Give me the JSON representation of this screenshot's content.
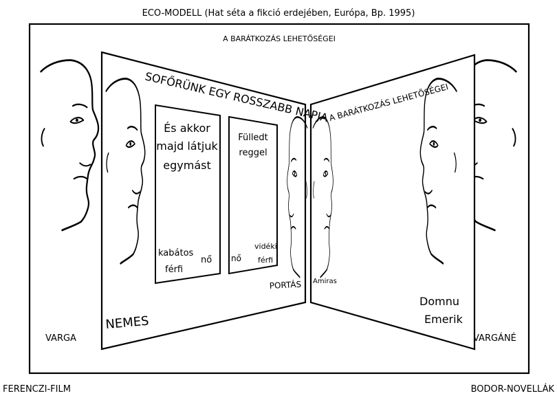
{
  "title": "ECO-MODELL (Hat séta a fikció erdejében, Európa, Bp. 1995)",
  "outer_frame": {
    "top_label": "A BARÁTKOZÁS LEHETŐSÉGEI",
    "left_name": "VARGA",
    "right_name": "VARGÁNÉ"
  },
  "left_panel": {
    "title": "SOFŐRÜNK EGY ROSSZABB NAPJA",
    "corner_label": "NEMES",
    "side_label": "PORTÁS",
    "inner_box_1": {
      "lines": [
        "És akkor",
        "majd látjuk",
        "egymást"
      ],
      "label_left_lines": [
        "kabátos",
        "férfi"
      ],
      "label_right": "nő"
    },
    "inner_box_2": {
      "lines": [
        "Fülledt",
        "reggel"
      ],
      "label_left": "nő",
      "label_right_lines": [
        "vidéki",
        "férfi"
      ]
    }
  },
  "right_panel": {
    "title": "A BARÁTKOZÁS LEHETŐSÉGEI",
    "side_label": "Amiras",
    "corner_label_lines": [
      "Domnu",
      "Emerik"
    ]
  },
  "footer": {
    "left": "FERENCZI-FILM",
    "right": "BODOR-NOVELLÁK"
  },
  "icons": [
    "face-profile-icon"
  ]
}
